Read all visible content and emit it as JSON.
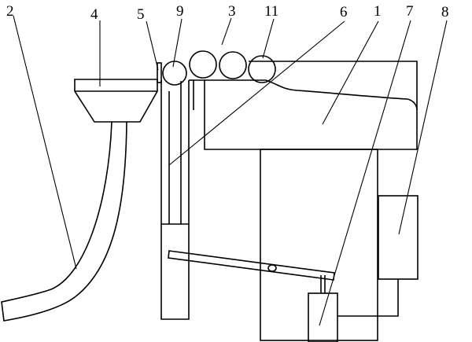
{
  "labels": {
    "l1": "1",
    "l2": "2",
    "l3": "3",
    "l4": "4",
    "l5": "5",
    "l6": "6",
    "l7": "7",
    "l8": "8",
    "l9": "9",
    "l11": "11"
  }
}
